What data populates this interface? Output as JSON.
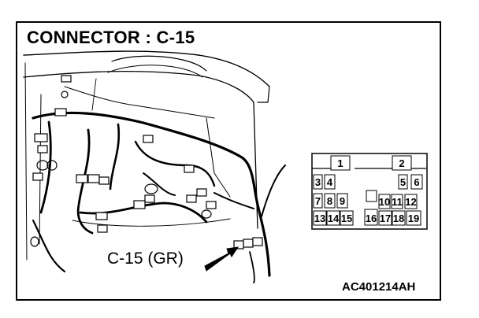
{
  "title": "CONNECTOR : C-15",
  "callout_label": "C-15 (GR)",
  "figure_id": "AC401214AH",
  "pinout": {
    "pins": [
      "1",
      "2",
      "3",
      "4",
      "5",
      "6",
      "7",
      "8",
      "9",
      "10",
      "11",
      "12",
      "13",
      "14",
      "15",
      "16",
      "17",
      "18",
      "19"
    ]
  }
}
